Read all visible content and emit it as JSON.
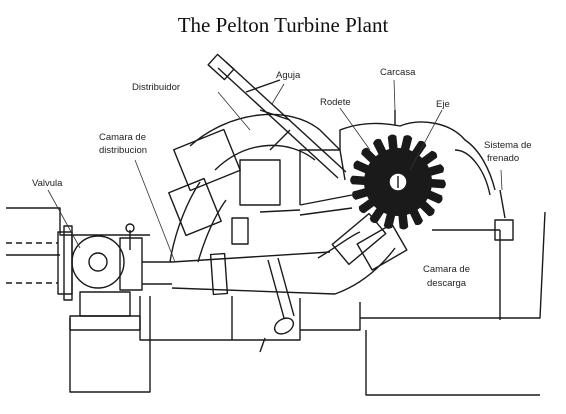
{
  "title": "The Pelton Turbine Plant",
  "labels": {
    "aguja": "Aguja",
    "carcasa": "Carcasa",
    "distribuidor": "Distribuidor",
    "rodete": "Rodete",
    "eje": "Eje",
    "camara_distribucion_1": "Camara de",
    "camara_distribucion_2": "distribucion",
    "sistema_frenado_1": "Sistema de",
    "sistema_frenado_2": "frenado",
    "valvula": "Valvula",
    "camara_descarga_1": "Camara de",
    "camara_descarga_2": "descarga"
  }
}
